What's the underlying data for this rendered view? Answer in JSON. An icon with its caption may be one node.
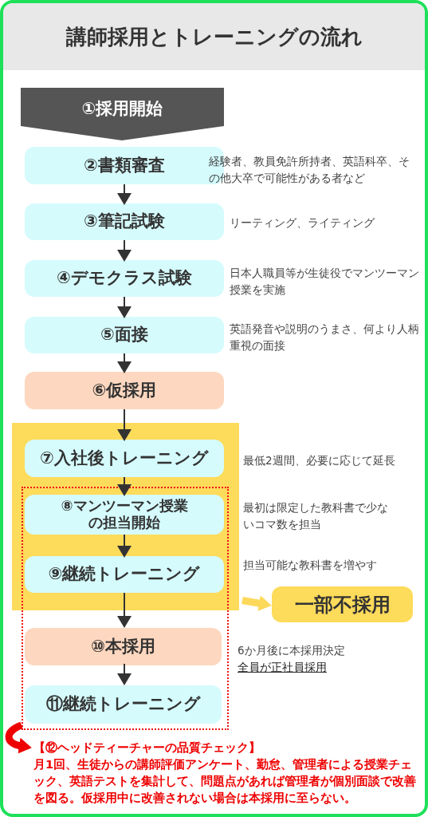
{
  "diagram": {
    "title": "講師採用とトレーニングの流れ",
    "nodes": [
      {
        "text": [
          "①採用開始"
        ]
      },
      {
        "text": [
          "②書類審査"
        ],
        "beside": [
          "経験者、教員免許所持者、英語科卒、その他大卒で可能性がある者など"
        ]
      },
      {
        "text": [
          "③筆記試験"
        ],
        "beside": [
          "リーティング、ライティング"
        ]
      },
      {
        "text": [
          "④デモクラス試験"
        ],
        "beside": [
          "日本人職員等が生徒役でマンツーマン授業を実施"
        ]
      },
      {
        "text": [
          "⑤面接"
        ],
        "beside": [
          "英語発音や説明のうまさ、何より人柄重視の面接"
        ]
      },
      {
        "text": [
          "⑥仮採用"
        ]
      },
      {
        "text": [],
        "shape": "box"
      },
      {
        "text": [
          "⑦入社後トレーニング"
        ],
        "in": 6,
        "beside": [
          "最低2週間、必要に応じて延長"
        ]
      },
      {
        "text": [],
        "shape": "box"
      },
      {
        "text": [
          "⑧マンツーマン授業の担当開始"
        ],
        "beside": [
          "最初は限定した教科書で少ないコマ数を担当"
        ]
      },
      {
        "text": [
          "⑨継続トレーニング"
        ],
        "beside": [
          "担当可能な教科書を増やす"
        ]
      },
      {
        "text": [
          "一部不採用"
        ]
      },
      {
        "text": [
          "⑩本採用"
        ],
        "in": 8,
        "beside": [
          "6か月後に本採用決定",
          "全員が正社員採用"
        ]
      },
      {
        "text": [
          "⑪継続トレーニング"
        ],
        "in": 8
      },
      {
        "text": [
          "【⑫ヘッドティーチャーの品質チェック】",
          "月1回、生徒からの講師評価アンケート、勤怠、管理者による授業チェック、英語テストを集計して、問題点があれば管理者が個別面談で改善を図る。仮採用中に改善されない場合は本採用に至らない。"
        ]
      }
    ],
    "edges": [
      {
        "from": 1,
        "to": 2,
        "arrow": "to"
      },
      {
        "from": 2,
        "to": 3,
        "arrow": "to"
      },
      {
        "from": 3,
        "to": 4,
        "arrow": "to"
      },
      {
        "from": 4,
        "to": 5,
        "arrow": "to"
      },
      {
        "from": 5,
        "to": 7,
        "arrow": "to"
      },
      {
        "from": 7,
        "to": 9,
        "arrow": "to"
      },
      {
        "from": 9,
        "to": 10,
        "arrow": "to"
      },
      {
        "from": 10,
        "to": 12,
        "arrow": "to"
      },
      {
        "from": 12,
        "to": 13,
        "arrow": "to"
      },
      {
        "from": 6,
        "to": 11,
        "arrow": "to",
        "style": "thick",
        "color": "#fcd95a"
      },
      {
        "from": 8,
        "to": 14,
        "arrow": "to",
        "style": "thick",
        "color": "#ee0000"
      }
    ]
  }
}
